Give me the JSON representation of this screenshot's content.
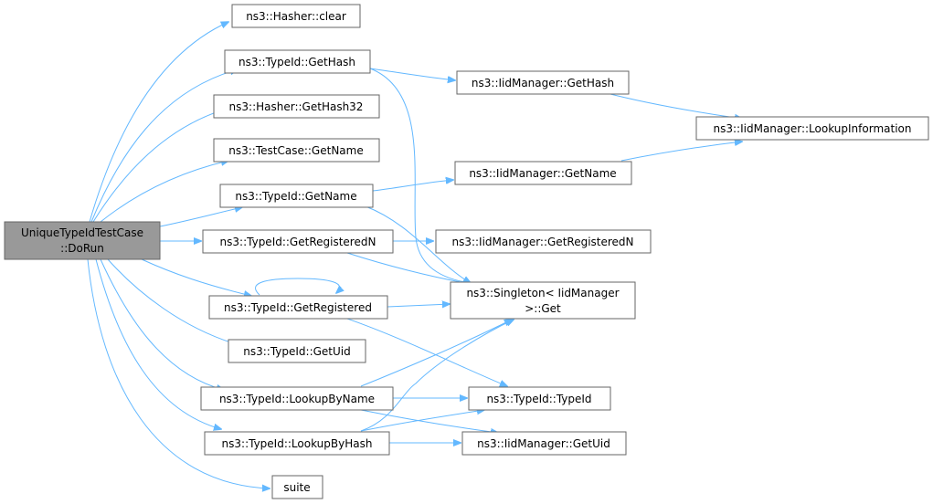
{
  "diagram": {
    "root": {
      "line1": "UniqueTypeIdTestCase",
      "line2": "::DoRun"
    },
    "nodes": {
      "hasher_clear": "ns3::Hasher::clear",
      "typeid_gethash": "ns3::TypeId::GetHash",
      "hasher_gethash32": "ns3::Hasher::GetHash32",
      "testcase_getname": "ns3::TestCase::GetName",
      "typeid_getname": "ns3::TypeId::GetName",
      "typeid_getregisteredn": "ns3::TypeId::GetRegisteredN",
      "typeid_getregistered": "ns3::TypeId::GetRegistered",
      "typeid_getuid": "ns3::TypeId::GetUid",
      "typeid_lookupbyname": "ns3::TypeId::LookupByName",
      "typeid_lookupbyhash": "ns3::TypeId::LookupByHash",
      "suite": "suite",
      "iidmanager_gethash": "ns3::IidManager::GetHash",
      "iidmanager_lookupinformation": "ns3::IidManager::LookupInformation",
      "iidmanager_getname": "ns3::IidManager::GetName",
      "iidmanager_getregisteredn": "ns3::IidManager::GetRegisteredN",
      "singleton_get": {
        "line1": "ns3::Singleton< IidManager",
        "line2": ">::Get"
      },
      "typeid_typeid": "ns3::TypeId::TypeId",
      "iidmanager_getuid": "ns3::IidManager::GetUid"
    },
    "colors": {
      "edge": "#63b8ff",
      "root_fill": "#999999",
      "border": "#666666"
    }
  }
}
